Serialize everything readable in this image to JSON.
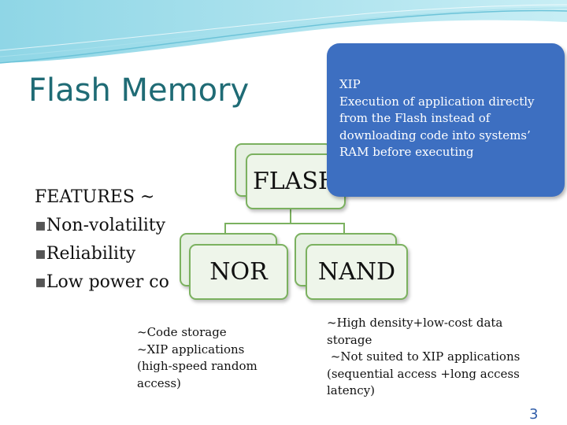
{
  "title": "Flash Memory",
  "features": {
    "heading": "FEATURES ~",
    "items": [
      "Non-volatility",
      "Reliability",
      "Low power co"
    ],
    "bullet_glyph": "▪"
  },
  "tree": {
    "root": "FLASH",
    "left": "NOR",
    "right": "NAND"
  },
  "xip_box": {
    "lines": [
      "XIP",
      "Execution of  application directly",
      "from the Flash instead  of",
      "downloading code into systems’",
      "RAM before executing"
    ]
  },
  "nor_desc": {
    "lines": [
      "~Code storage",
      "~XIP applications",
      "(high-speed random",
      "access)"
    ]
  },
  "nand_desc": {
    "lines": [
      "~High density+low-cost data",
      "storage",
      " ~Not suited to XIP applications",
      "(sequential access +long access",
      "latency)"
    ]
  },
  "page_number": "3",
  "colors": {
    "title": "#1f6b75",
    "box_border": "#7bb15f",
    "callout": "#3d6fc1",
    "page_number": "#2f5ca8"
  }
}
